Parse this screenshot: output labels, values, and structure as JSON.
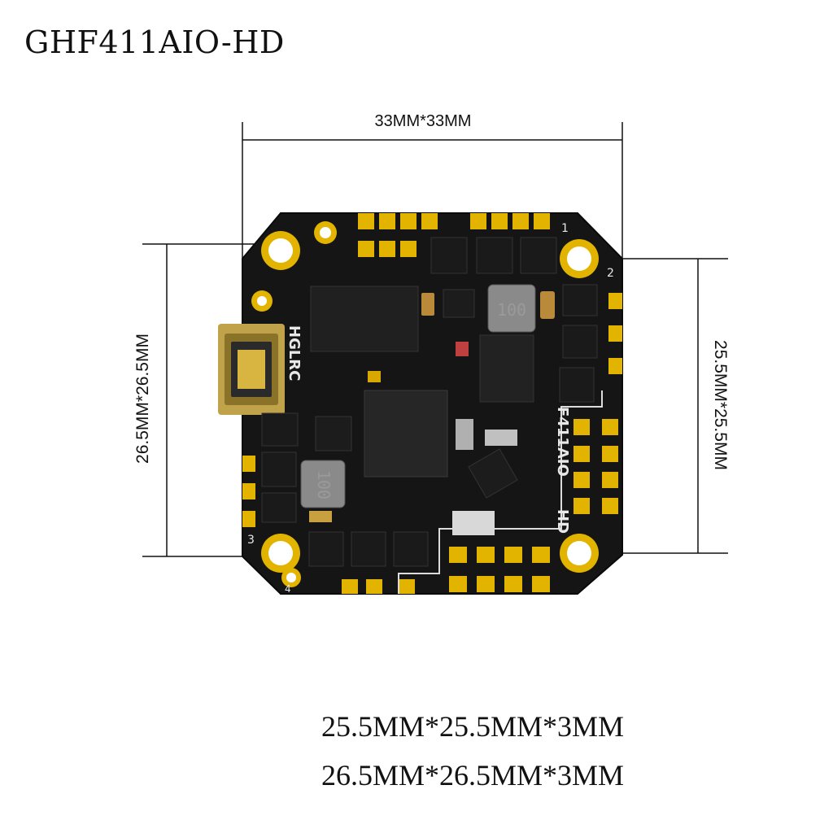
{
  "title": "GHF411AIO-HD",
  "dimensions": {
    "top_width": "33MM*33MM",
    "left_mount": "26.5MM*26.5MM",
    "right_mount": "25.5MM*25.5MM"
  },
  "specs": [
    "25.5MM*25.5MM*3MM",
    "26.5MM*26.5MM*3MM"
  ],
  "colors": {
    "pcb": "#111111",
    "gold": "#e2b400",
    "copper": "#c9a040",
    "line": "#111111"
  },
  "silkscreen": {
    "brand": "HGLRC",
    "model": "F411AIO",
    "variant": "HD",
    "corner_1": "1",
    "corner_2": "2",
    "corner_3": "3",
    "corner_4": "4"
  },
  "components": {
    "inductor_top": "100",
    "inductor_bottom": "100"
  }
}
